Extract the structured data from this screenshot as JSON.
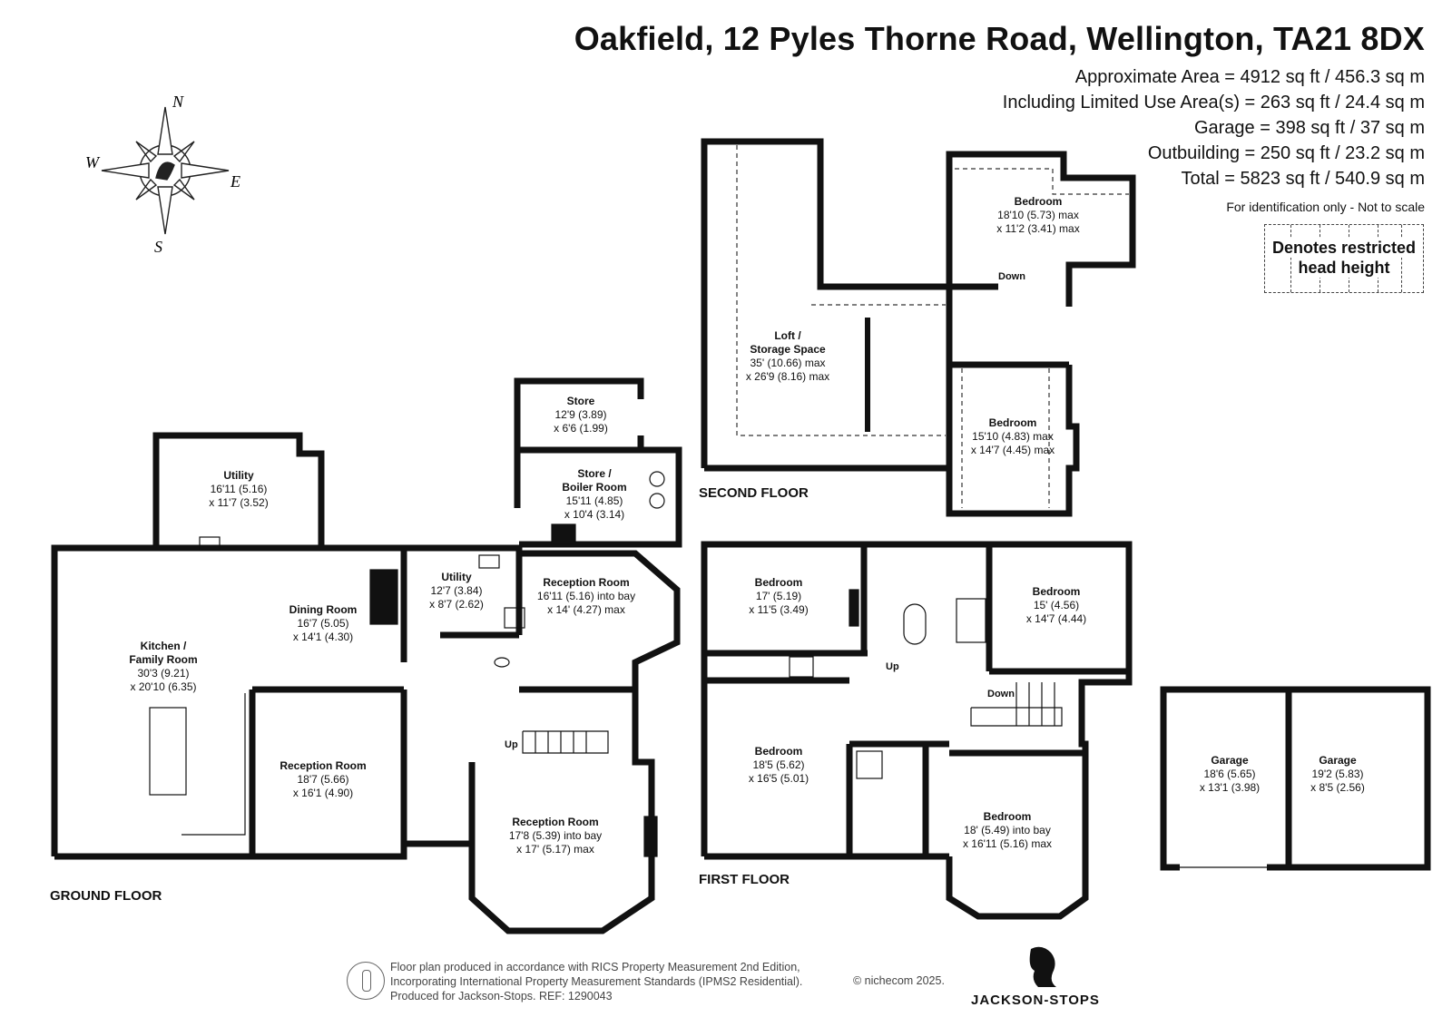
{
  "header": {
    "title": "Oakfield, 12 Pyles Thorne Road, Wellington, TA21 8DX",
    "areas": [
      "Approximate Area = 4912 sq ft / 456.3 sq m",
      "Including Limited Use Area(s) = 263 sq ft / 24.4 sq m",
      "Garage = 398 sq ft / 37 sq m",
      "Outbuilding = 250 sq ft / 23.2 sq m",
      "Total = 5823 sq ft / 540.9 sq m"
    ],
    "note": "For identification only - Not to scale"
  },
  "legend": {
    "line1": "Denotes restricted",
    "line2": "head height"
  },
  "compass": {
    "n": "N",
    "s": "S",
    "e": "E",
    "w": "W"
  },
  "floors": {
    "ground": "GROUND FLOOR",
    "first": "FIRST FLOOR",
    "second": "SECOND FLOOR"
  },
  "rooms": {
    "utility_top": [
      "Utility",
      "16'11 (5.16)",
      "x 11'7 (3.52)"
    ],
    "kitchen": [
      "Kitchen /",
      "Family Room",
      "30'3 (9.21)",
      "x 20'10 (6.35)"
    ],
    "dining": [
      "Dining Room",
      "16'7 (5.05)",
      "x 14'1 (4.30)"
    ],
    "reception_left": [
      "Reception Room",
      "18'7 (5.66)",
      "x 16'1 (4.90)"
    ],
    "utility_mid": [
      "Utility",
      "12'7 (3.84)",
      "x 8'7 (2.62)"
    ],
    "store": [
      "Store",
      "12'9 (3.89)",
      "x 6'6 (1.99)"
    ],
    "boiler": [
      "Store /",
      "Boiler Room",
      "15'11 (4.85)",
      "x 10'4 (3.14)"
    ],
    "reception_bay_top": [
      "Reception Room",
      "16'11 (5.16) into bay",
      "x 14' (4.27) max"
    ],
    "reception_bay_bottom": [
      "Reception Room",
      "17'8 (5.39) into bay",
      "x 17' (5.17) max"
    ],
    "bed_ff_1": [
      "Bedroom",
      "17' (5.19)",
      "x 11'5 (3.49)"
    ],
    "bed_ff_2": [
      "Bedroom",
      "15' (4.56)",
      "x 14'7 (4.44)"
    ],
    "bed_ff_3": [
      "Bedroom",
      "18'5 (5.62)",
      "x 16'5 (5.01)"
    ],
    "bed_ff_4": [
      "Bedroom",
      "18' (5.49) into bay",
      "x 16'11 (5.16) max"
    ],
    "loft": [
      "Loft /",
      "Storage Space",
      "35' (10.66) max",
      "x 26'9 (8.16) max"
    ],
    "bed_sf_1": [
      "Bedroom",
      "18'10 (5.73) max",
      "x 11'2 (3.41) max"
    ],
    "bed_sf_2": [
      "Bedroom",
      "15'10 (4.83) max",
      "x 14'7 (4.45) max"
    ],
    "garage_1": [
      "Garage",
      "18'6 (5.65)",
      "x 13'1 (3.98)"
    ],
    "garage_2": [
      "Garage",
      "19'2 (5.83)",
      "x 8'5 (2.56)"
    ]
  },
  "stairs": {
    "up": "Up",
    "down": "Down"
  },
  "footer": {
    "line1": "Floor plan produced in accordance with RICS Property Measurement 2nd Edition,",
    "line2": "Incorporating International Property Measurement Standards (IPMS2 Residential).",
    "line3": "Produced for Jackson-Stops.   REF: 1290043",
    "copyright": "© nichecom 2025.",
    "brand": "JACKSON-STOPS"
  }
}
